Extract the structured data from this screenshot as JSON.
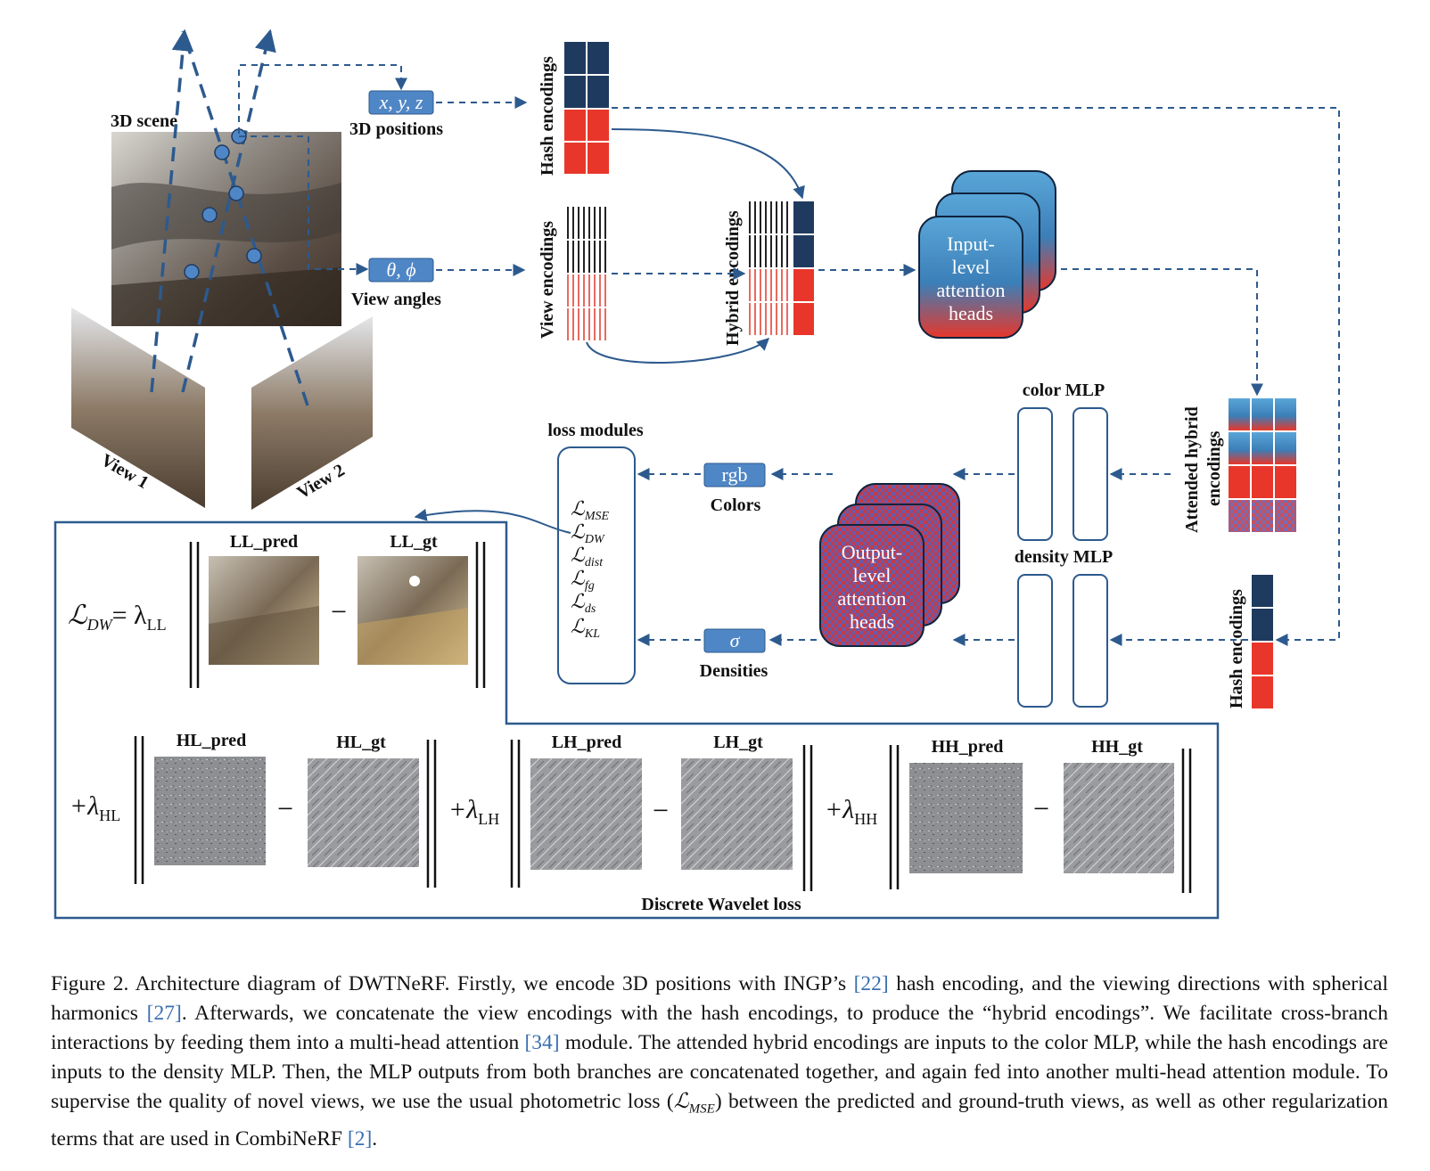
{
  "labels": {
    "scene": "3D scene",
    "positions_chip": "x, y, z",
    "positions": "3D positions",
    "angles_chip": "θ, ϕ",
    "angles": "View angles",
    "view1": "View 1",
    "view2": "View 2",
    "hash_enc_top": "Hash encodings",
    "view_enc": "View encodings",
    "hybrid_enc": "Hybrid encodings",
    "input_heads": [
      "Input-",
      "level",
      "attention",
      "heads"
    ],
    "color_mlp": "color MLP",
    "density_mlp": "density MLP",
    "attended_1": "Attended hybrid",
    "attended_2": "encodings",
    "hash_enc_right": "Hash encodings",
    "output_heads": [
      "Output-",
      "level",
      "attention",
      "heads"
    ],
    "rgb_chip": "rgb",
    "colors": "Colors",
    "sigma_chip": "σ",
    "densities": "Densities",
    "loss_modules": "loss modules",
    "losses": [
      "MSE",
      "DW",
      "dist",
      "fg",
      "ds",
      "KL"
    ],
    "loss_symbol": "ℒ",
    "ll_pred": "LL_pred",
    "ll_gt": "LL_gt",
    "hl_pred": "HL_pred",
    "hl_gt": "HL_gt",
    "lh_pred": "LH_pred",
    "lh_gt": "LH_gt",
    "hh_pred": "HH_pred",
    "hh_gt": "HH_gt",
    "dw_lhs": "ℒ",
    "dw_lhs_sub": "DW",
    "lambda_ll": "= λ",
    "lambda_ll_sub": "LL",
    "lambda_hl": "+λ",
    "lambda_hl_sub": "HL",
    "lambda_lh": "+λ",
    "lambda_lh_sub": "LH",
    "lambda_hh": "+λ",
    "lambda_hh_sub": "HH",
    "minus": "−",
    "dwt_loss": "Discrete Wavelet loss"
  },
  "caption": {
    "p1": "Figure 2. Architecture diagram of DWTNeRF. Firstly, we encode 3D positions with INGP’s ",
    "r1": "[22]",
    "p2": " hash encoding, and the viewing directions with spherical harmonics ",
    "r2": "[27]",
    "p3": ". Afterwards, we concatenate the view encodings with the hash encodings, to produce the “hybrid encodings”. We facilitate cross-branch interactions by feeding them into a multi-head attention ",
    "r3": "[34]",
    "p4": " module. The attended hybrid encodings are inputs to the color MLP, while the hash encodings are inputs to the density MLP. Then, the MLP outputs from both branches are concatenated together, and again fed into another multi-head attention module. To supervise the quality of novel views, we use the usual photometric loss (",
    "lmse": "ℒ",
    "lmse_sub": "MSE",
    "p5": ") between the predicted and ground-truth views, as well as other regularization terms that are used in CombiNeRF ",
    "r4": "[2]",
    "p6": "."
  },
  "colors": {
    "navy": "#1f3a5f",
    "red": "#e8372a",
    "blue": "#4f86c6",
    "line": "#2d5a8e"
  }
}
